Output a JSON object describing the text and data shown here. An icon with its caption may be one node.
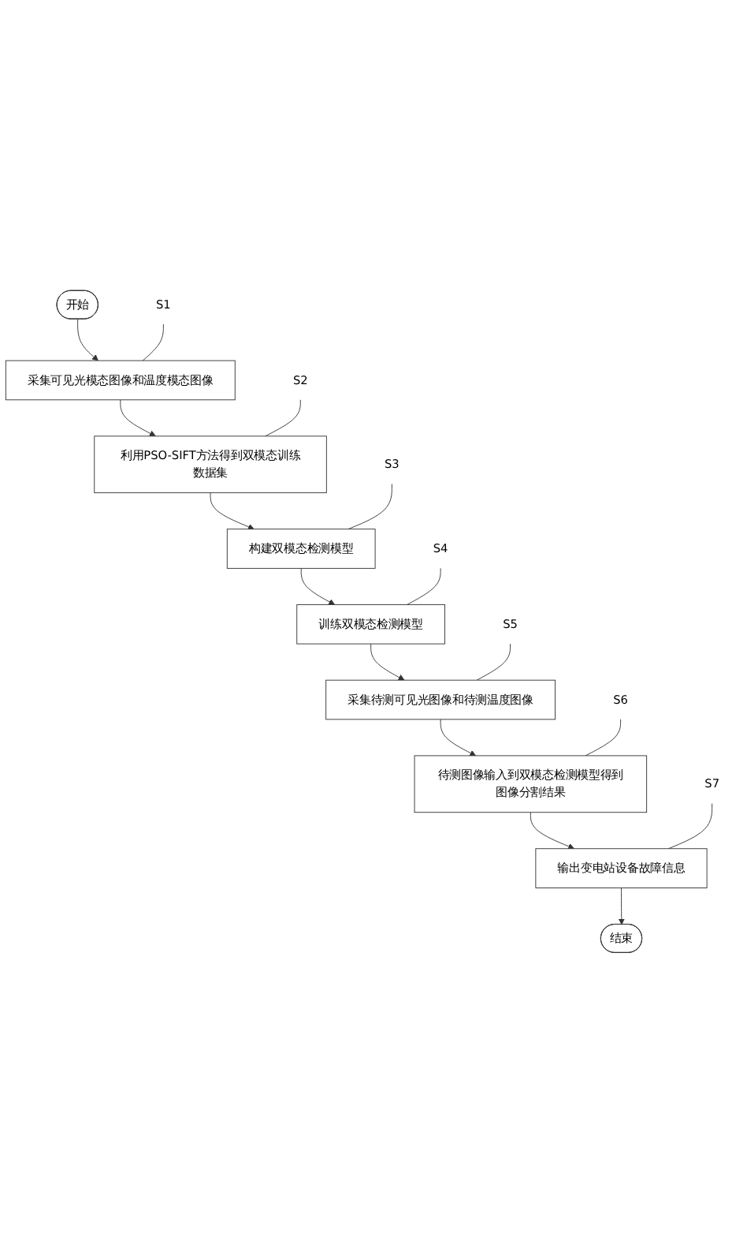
{
  "diagram": {
    "nodes": [
      {
        "text": [
          "开始"
        ]
      },
      {
        "text": [
          "采集可见光模态图像和温度模态图像"
        ]
      },
      {
        "text": [
          "S1"
        ]
      },
      {
        "text": [
          "利用PSO-SIFT方法得到双模态训练数据集"
        ]
      },
      {
        "text": [
          "S2"
        ]
      },
      {
        "text": [
          "构建双模态检测模型"
        ]
      },
      {
        "text": [
          "S3"
        ]
      },
      {
        "text": [
          "训练双模态检测模型"
        ]
      },
      {
        "text": [
          "S4"
        ]
      },
      {
        "text": [
          "采集待测可见光图像和待测温度图像"
        ]
      },
      {
        "text": [
          "S5"
        ]
      },
      {
        "text": [
          "待测图像输入到双模态检测模型得到图像分割结果"
        ]
      },
      {
        "text": [
          "S6"
        ]
      },
      {
        "text": [
          "输出变电站设备故障信息"
        ]
      },
      {
        "text": [
          "S7"
        ]
      },
      {
        "text": [
          "结束"
        ]
      }
    ],
    "edges": [
      {
        "from": 0,
        "to": 1,
        "arrow": "to"
      },
      {
        "from": 2,
        "to": 1,
        "arrow": "none"
      },
      {
        "from": 1,
        "to": 3,
        "arrow": "to"
      },
      {
        "from": 4,
        "to": 3,
        "arrow": "none"
      },
      {
        "from": 3,
        "to": 5,
        "arrow": "to"
      },
      {
        "from": 6,
        "to": 5,
        "arrow": "none"
      },
      {
        "from": 5,
        "to": 7,
        "arrow": "to"
      },
      {
        "from": 8,
        "to": 7,
        "arrow": "none"
      },
      {
        "from": 7,
        "to": 9,
        "arrow": "to"
      },
      {
        "from": 10,
        "to": 9,
        "arrow": "none"
      },
      {
        "from": 9,
        "to": 11,
        "arrow": "to"
      },
      {
        "from": 12,
        "to": 11,
        "arrow": "none"
      },
      {
        "from": 11,
        "to": 13,
        "arrow": "to"
      },
      {
        "from": 14,
        "to": 13,
        "arrow": "none"
      },
      {
        "from": 13,
        "to": 15,
        "arrow": "to"
      }
    ]
  }
}
